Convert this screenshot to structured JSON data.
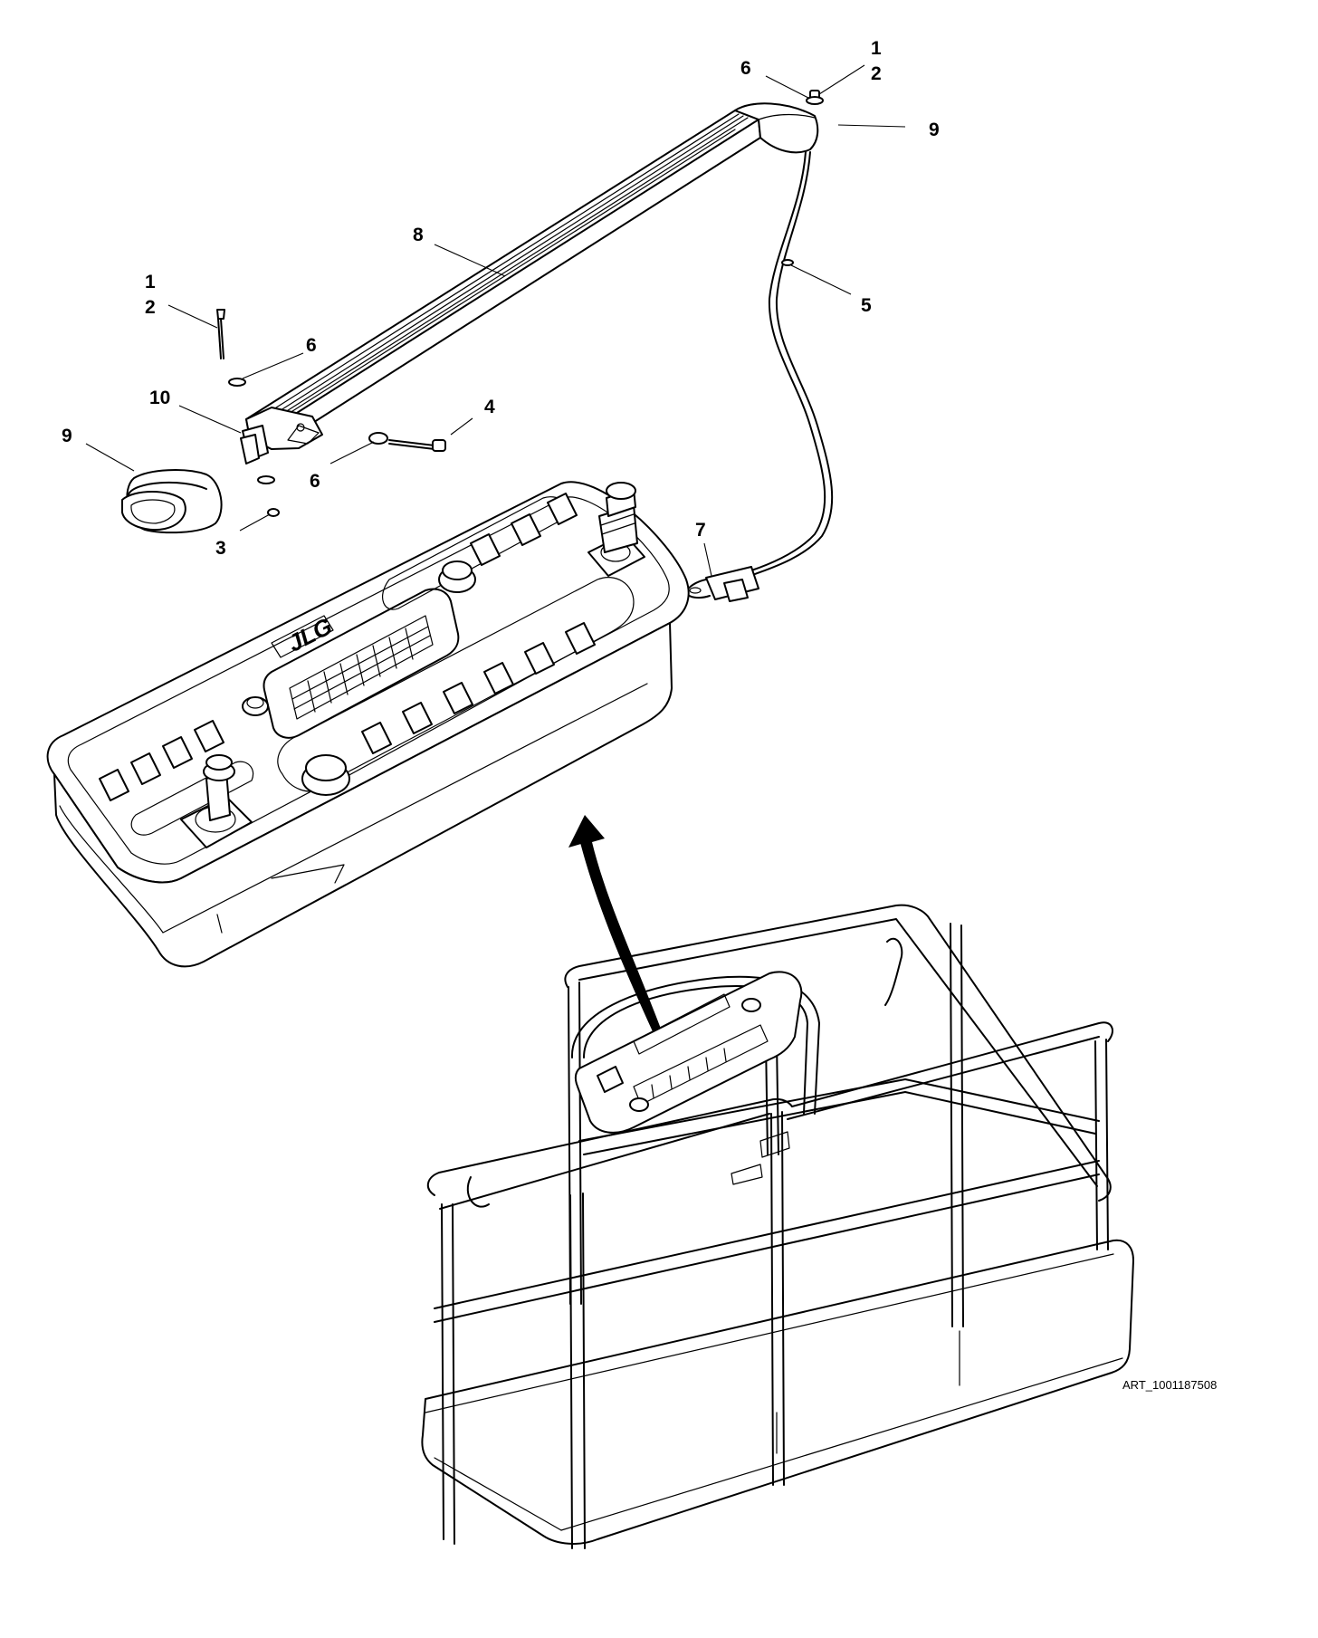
{
  "callouts": {
    "c1_top": "1",
    "c2_top": "2",
    "c6_top": "6",
    "c9_top": "9",
    "c8": "8",
    "c5": "5",
    "c1_left": "1",
    "c2_left": "2",
    "c6_left": "6",
    "c10": "10",
    "c4": "4",
    "c9_left": "9",
    "c6_bottom": "6",
    "c3": "3",
    "c7": "7"
  },
  "control_box": {
    "logo": "JLG"
  },
  "art_number": "ART_1001187508"
}
